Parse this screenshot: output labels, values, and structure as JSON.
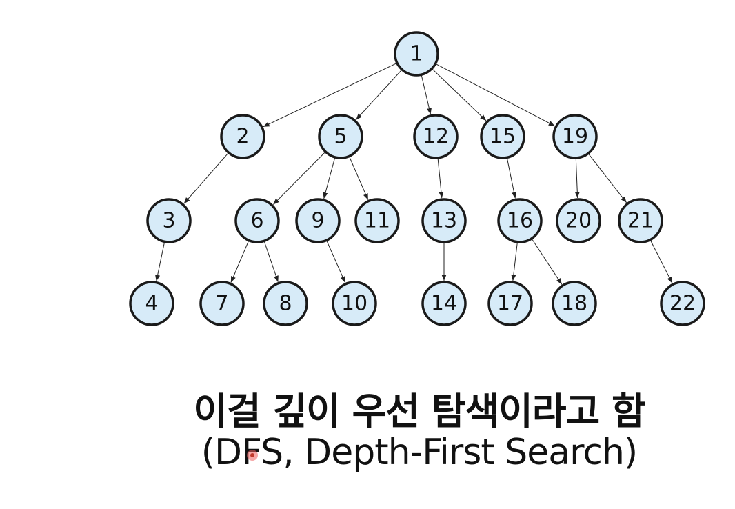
{
  "tree": {
    "nodes": [
      {
        "id": "1"
      },
      {
        "id": "2"
      },
      {
        "id": "5"
      },
      {
        "id": "12"
      },
      {
        "id": "15"
      },
      {
        "id": "19"
      },
      {
        "id": "3"
      },
      {
        "id": "6"
      },
      {
        "id": "9"
      },
      {
        "id": "11"
      },
      {
        "id": "13"
      },
      {
        "id": "16"
      },
      {
        "id": "20"
      },
      {
        "id": "21"
      },
      {
        "id": "4"
      },
      {
        "id": "7"
      },
      {
        "id": "8"
      },
      {
        "id": "10"
      },
      {
        "id": "14"
      },
      {
        "id": "17"
      },
      {
        "id": "18"
      },
      {
        "id": "22"
      }
    ],
    "edges": [
      [
        "1",
        "2"
      ],
      [
        "1",
        "5"
      ],
      [
        "1",
        "12"
      ],
      [
        "1",
        "15"
      ],
      [
        "1",
        "19"
      ],
      [
        "2",
        "3"
      ],
      [
        "3",
        "4"
      ],
      [
        "5",
        "6"
      ],
      [
        "5",
        "9"
      ],
      [
        "5",
        "11"
      ],
      [
        "6",
        "7"
      ],
      [
        "6",
        "8"
      ],
      [
        "9",
        "10"
      ],
      [
        "12",
        "13"
      ],
      [
        "13",
        "14"
      ],
      [
        "15",
        "16"
      ],
      [
        "16",
        "17"
      ],
      [
        "16",
        "18"
      ],
      [
        "19",
        "20"
      ],
      [
        "19",
        "21"
      ],
      [
        "21",
        "22"
      ]
    ],
    "colors": {
      "node_fill": "#d7ebf8",
      "node_stroke": "#1a1a1a",
      "edge": "#222222"
    }
  },
  "caption": {
    "line1": "이걸 깊이 우선 탐색이라고 함",
    "line2": "(DFS, Depth-First Search)"
  }
}
